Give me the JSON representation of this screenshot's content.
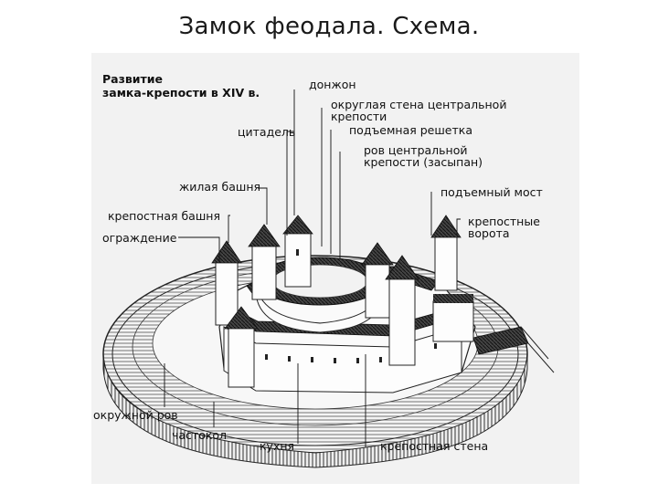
{
  "title": "Замок феодала. Схема.",
  "diagram": {
    "heading_line1": "Развитие",
    "heading_line2": "замка-крепости в XIV в.",
    "labels": {
      "donjon": "донжон",
      "round_wall_1": "округлая стена центральной",
      "round_wall_2": "крепости",
      "citadel": "цитадель",
      "portcullis": "подъемная решетка",
      "moat_central_1": "ров центральной",
      "moat_central_2": "крепости (засыпан)",
      "residential_tower": "жилая башня",
      "drawbridge": "подъемный мост",
      "fortress_tower": "крепостная башня",
      "fortress_gates_1": "крепостные",
      "fortress_gates_2": "ворота",
      "fence": "ограждение",
      "ring_moat": "окружной ров",
      "palisade": "частокол",
      "kitchen": "кухня",
      "fortress_wall": "крепостная стена"
    }
  }
}
